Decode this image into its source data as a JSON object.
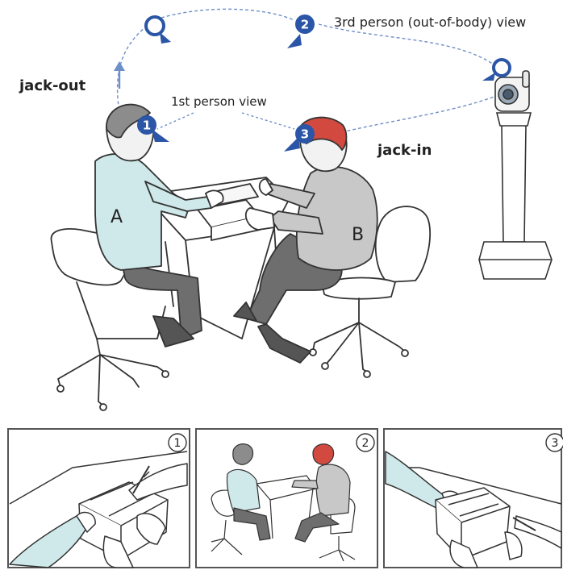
{
  "labels": {
    "third_person": "3rd person (out-of-body) view",
    "first_person": "1st person view",
    "jack_out": "jack-out",
    "jack_in": "jack-in",
    "person_a": "A",
    "person_b": "B"
  },
  "viewpoints": {
    "v1": "1",
    "v2": "2",
    "v3": "3"
  },
  "panels": {
    "p1": "1",
    "p2": "2",
    "p3": "3"
  },
  "colors": {
    "marker_blue": "#2b55a6",
    "dashed_path": "#6f8fc8",
    "shirt_a": "#cfe8ea",
    "shirt_b": "#c8c8c8",
    "hair_b": "#d24a3f",
    "hair_a": "#8c8c8c",
    "pants": "#6e6e6e"
  }
}
